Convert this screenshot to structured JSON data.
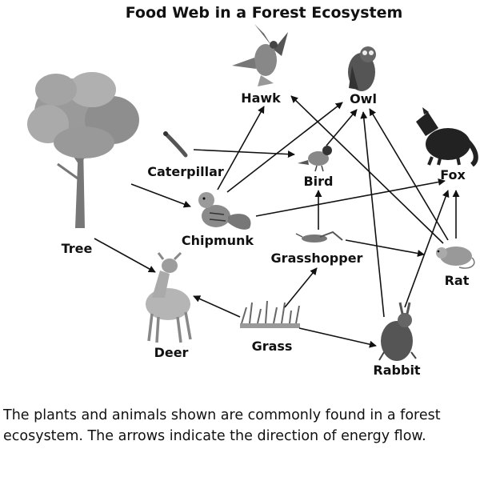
{
  "title": "Food Web in a Forest Ecosystem",
  "labels": {
    "tree": "Tree",
    "caterpillar": "Caterpillar",
    "chipmunk": "Chipmunk",
    "deer": "Deer",
    "grass": "Grass",
    "grasshopper": "Grasshopper",
    "bird": "Bird",
    "hawk": "Hawk",
    "owl": "Owl",
    "fox": "Fox",
    "rat": "Rat",
    "rabbit": "Rabbit"
  },
  "caption": "The plants and animals shown are commonly found in a forest ecosystem. The arrows indicate the direction of energy flow.",
  "arrows": [
    {
      "from": "caterpillar",
      "to": "bird"
    },
    {
      "from": "tree",
      "to": "chipmunk"
    },
    {
      "from": "tree",
      "to": "deer"
    },
    {
      "from": "chipmunk",
      "to": "hawk"
    },
    {
      "from": "chipmunk",
      "to": "owl"
    },
    {
      "from": "chipmunk",
      "to": "fox"
    },
    {
      "from": "bird",
      "to": "owl"
    },
    {
      "from": "grasshopper",
      "to": "bird"
    },
    {
      "from": "grasshopper",
      "to": "rat"
    },
    {
      "from": "grass",
      "to": "grasshopper"
    },
    {
      "from": "grass",
      "to": "deer"
    },
    {
      "from": "grass",
      "to": "rabbit"
    },
    {
      "from": "rat",
      "to": "hawk"
    },
    {
      "from": "rat",
      "to": "owl"
    },
    {
      "from": "rat",
      "to": "fox"
    },
    {
      "from": "rabbit",
      "to": "owl"
    },
    {
      "from": "rabbit",
      "to": "fox"
    }
  ]
}
